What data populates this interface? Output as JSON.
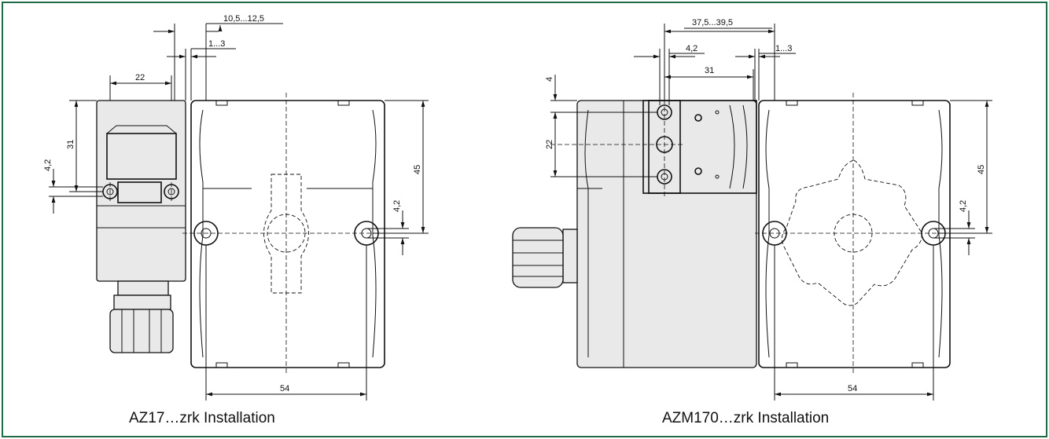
{
  "left": {
    "caption": "AZ17…zrk Installation",
    "dims": {
      "d_10_5_12_5": "10,5...12,5",
      "d_1_3": "1...3",
      "d_22": "22",
      "d_31": "31",
      "d_4_2_left": "4,2",
      "d_45": "45",
      "d_4_2_right": "4,2",
      "d_54": "54"
    }
  },
  "right": {
    "caption": "AZM170…zrk Installation",
    "dims": {
      "d_37_5_39_5": "37,5...39,5",
      "d_4_2_top": "4,2",
      "d_1_3": "1...3",
      "d_31": "31",
      "d_4": "4",
      "d_22": "22",
      "d_45": "45",
      "d_4_2_right": "4,2",
      "d_54": "54"
    }
  },
  "colors": {
    "frame": "#1f6b45",
    "line": "#111111",
    "body_fill": "#e9e9e9"
  }
}
